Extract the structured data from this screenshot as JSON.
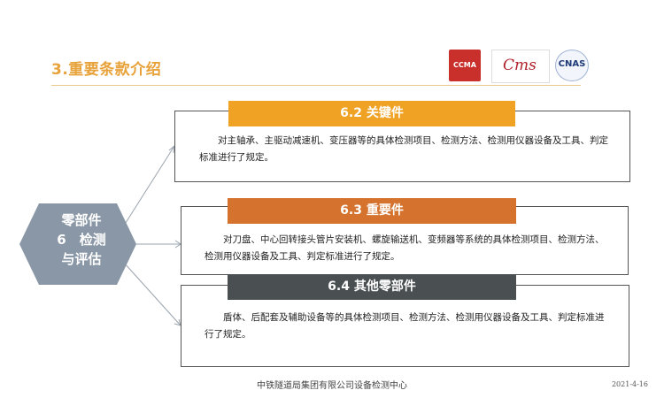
{
  "header": {
    "title": "3.重要条款介绍"
  },
  "logos": [
    {
      "name": "ccma-logo",
      "text": "CCMA"
    },
    {
      "name": "cms-logo",
      "text": "Cms"
    },
    {
      "name": "cnas-logo",
      "text": "CNAS"
    }
  ],
  "hexagon": {
    "line1": "零部件",
    "line2": "6　检测",
    "line3": "与评估",
    "color": "#8a97a6"
  },
  "sections": [
    {
      "title": "6.2  关键件",
      "color": "#f0a224",
      "text": "对主轴承、主驱动减速机、变压器等的具体检测项目、检测方法、检测用仪器设备及工具、判定标准进行了规定。"
    },
    {
      "title": "6.3  重要件",
      "color": "#d4722e",
      "text": "对刀盘、中心回转接头管片安装机、螺旋输送机、变频器等系统的具体检测项目、检测方法、检测用仪器设备及工具、判定标准进行了规定。"
    },
    {
      "title": "6.4  其他零部件",
      "color": "#4a4f52",
      "text": "盾体、后配套及辅助设备等的具体检测项目、检测方法、检测用仪器设备及工具、判定标准进行了规定。"
    }
  ],
  "footer": {
    "org": "中铁隧道局集团有限公司设备检测中心",
    "date": "2021-4-16"
  },
  "colors": {
    "title": "#e8a23a",
    "accent": "#e9c98a"
  }
}
